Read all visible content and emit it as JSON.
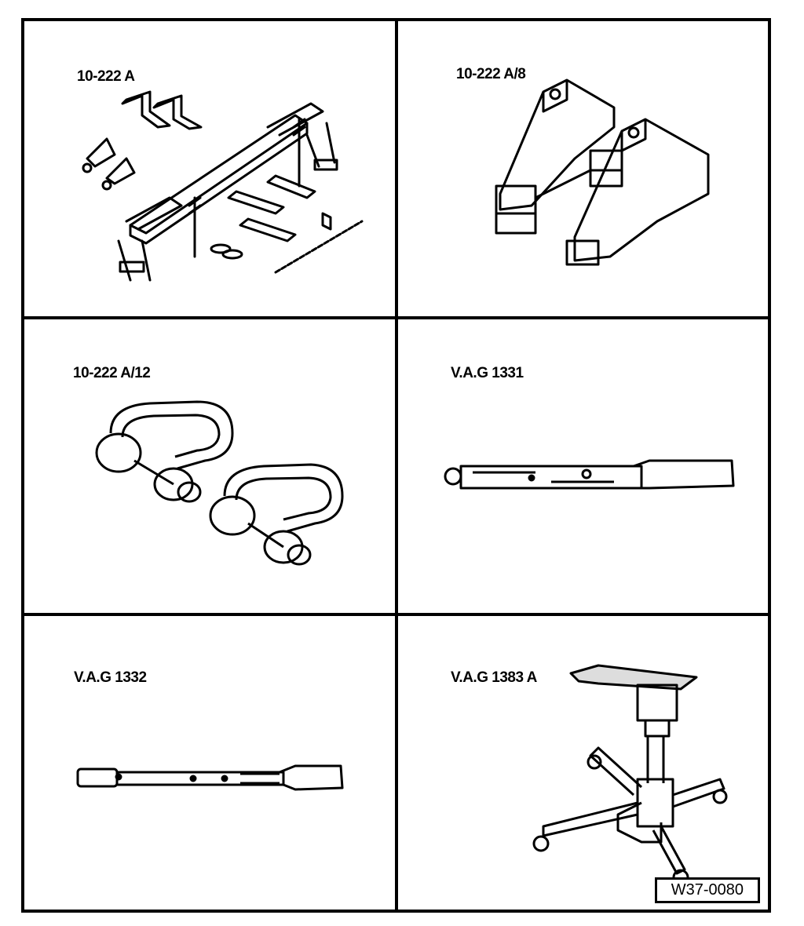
{
  "tools": [
    {
      "id": "10-222-a",
      "label": "10-222 A",
      "icon": "engine-support-bridge-icon"
    },
    {
      "id": "10-222-a-8",
      "label": "10-222 A/8",
      "icon": "support-adapter-icon"
    },
    {
      "id": "10-222-a-12",
      "label": "10-222 A/12",
      "icon": "shackle-icon"
    },
    {
      "id": "vag-1331",
      "label": "V.A.G 1331",
      "icon": "torque-wrench-icon"
    },
    {
      "id": "vag-1332",
      "label": "V.A.G 1332",
      "icon": "torque-wrench-icon"
    },
    {
      "id": "vag-1383-a",
      "label": "V.A.G 1383 A",
      "icon": "transmission-jack-icon"
    }
  ],
  "figure_code": "W37-0080"
}
